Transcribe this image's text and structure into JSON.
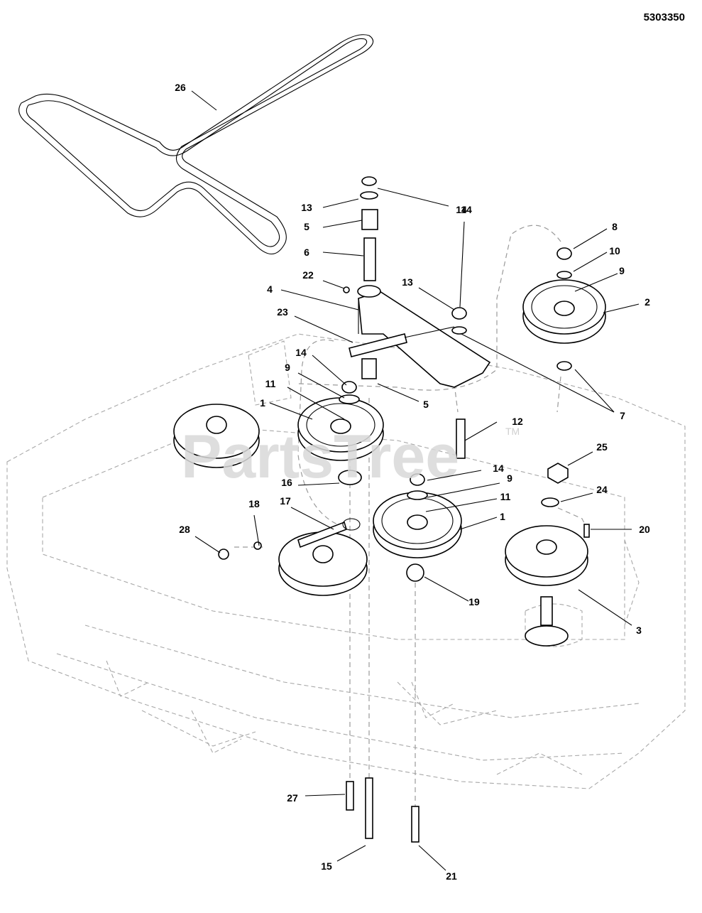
{
  "diagram": {
    "doc_id": "5303350",
    "watermark": "PartsTree",
    "watermark_tm": "TM",
    "callouts": [
      "1",
      "1",
      "2",
      "3",
      "4",
      "5",
      "5",
      "6",
      "7",
      "8",
      "9",
      "9",
      "9",
      "10",
      "11",
      "11",
      "12",
      "13",
      "13",
      "14",
      "14",
      "14",
      "14",
      "15",
      "16",
      "17",
      "18",
      "19",
      "20",
      "21",
      "22",
      "23",
      "24",
      "25",
      "26",
      "27",
      "28"
    ]
  }
}
